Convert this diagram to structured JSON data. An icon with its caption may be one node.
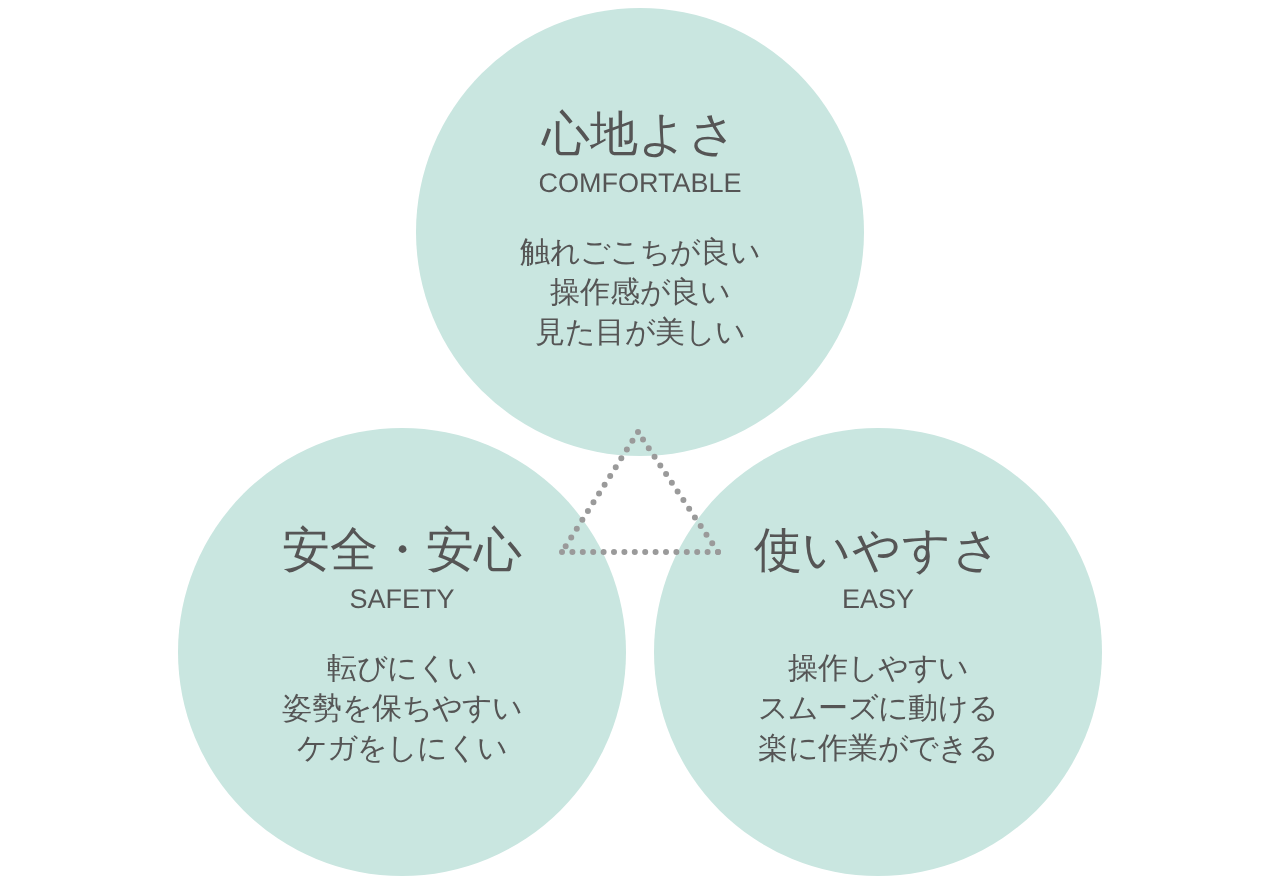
{
  "diagram": {
    "nodes": [
      {
        "text": [
          "心地よさ",
          "COMFORTABLE",
          "触れごこちが良い",
          "操作感が良い",
          "見た目が美しい"
        ]
      },
      {
        "text": [
          "安全・安心",
          "SAFETY",
          "転びにくい",
          "姿勢を保ちやすい",
          "ケガをしにくい"
        ]
      },
      {
        "text": [
          "使いやすさ",
          "EASY",
          "操作しやすい",
          "スムーズに動ける",
          "楽に作業ができる"
        ]
      }
    ],
    "edges": [
      {
        "from": 0,
        "to": 1,
        "arrow": "none",
        "style": "dashed"
      },
      {
        "from": 1,
        "to": 2,
        "arrow": "none",
        "style": "dashed"
      },
      {
        "from": 2,
        "to": 0,
        "arrow": "none",
        "style": "dashed"
      }
    ]
  }
}
